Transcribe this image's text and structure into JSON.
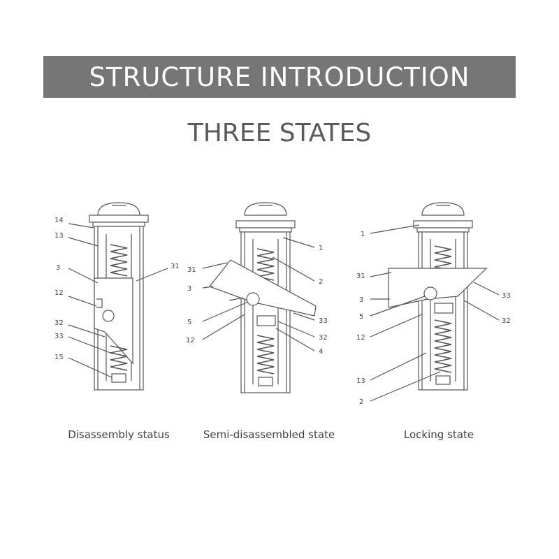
{
  "header": {
    "title": "STRUCTURE INTRODUCTION",
    "subtitle": "THREE STATES"
  },
  "diagrams": [
    {
      "caption": "Disassembly status",
      "labels": [
        "14",
        "13",
        "3",
        "12",
        "32",
        "33",
        "15",
        "31"
      ]
    },
    {
      "caption": "Semi-disassembled state",
      "labels": [
        "31",
        "3",
        "5",
        "12",
        "1",
        "2",
        "33",
        "32",
        "4"
      ]
    },
    {
      "caption": "Locking state",
      "labels": [
        "1",
        "31",
        "3",
        "5",
        "12",
        "13",
        "2",
        "33",
        "32"
      ]
    }
  ]
}
